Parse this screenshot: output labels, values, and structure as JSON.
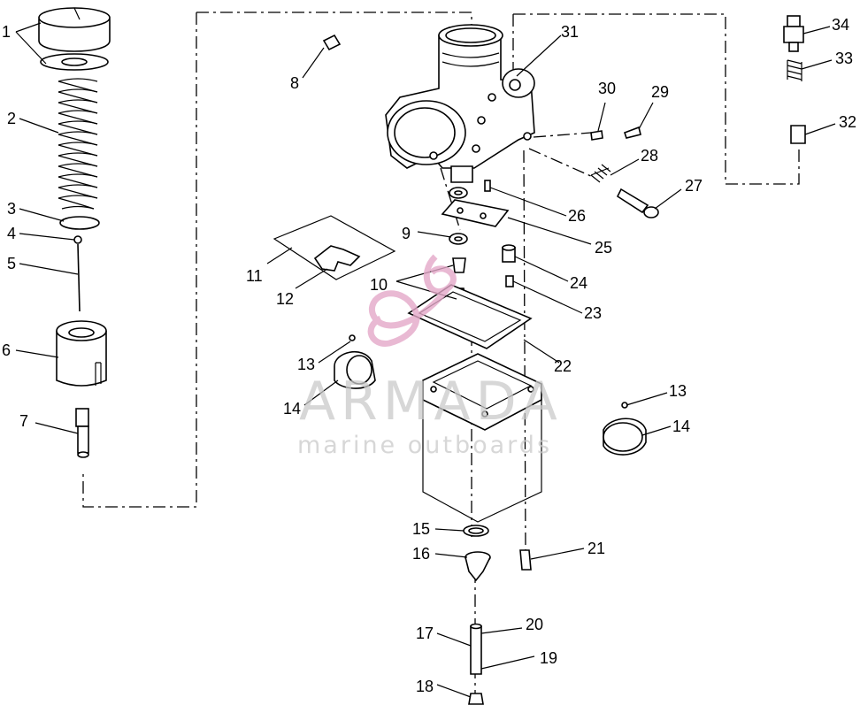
{
  "diagram": {
    "callouts": {
      "c1": "1",
      "c2": "2",
      "c3": "3",
      "c4": "4",
      "c5": "5",
      "c6": "6",
      "c7": "7",
      "c8": "8",
      "c9": "9",
      "c10": "10",
      "c11": "11",
      "c12": "12",
      "c13a": "13",
      "c13b": "13",
      "c14a": "14",
      "c14b": "14",
      "c15": "15",
      "c16": "16",
      "c17": "17",
      "c18": "18",
      "c19": "19",
      "c20": "20",
      "c21": "21",
      "c22": "22",
      "c23": "23",
      "c24": "24",
      "c25": "25",
      "c26": "26",
      "c27": "27",
      "c28": "28",
      "c29": "29",
      "c30": "30",
      "c31": "31",
      "c32": "32",
      "c33": "33",
      "c34": "34"
    }
  },
  "watermark": {
    "brand": "ARMADA",
    "tagline": "marine outboards",
    "mark_color": "#e3a8c8",
    "text_color": "#c9c9c9"
  }
}
